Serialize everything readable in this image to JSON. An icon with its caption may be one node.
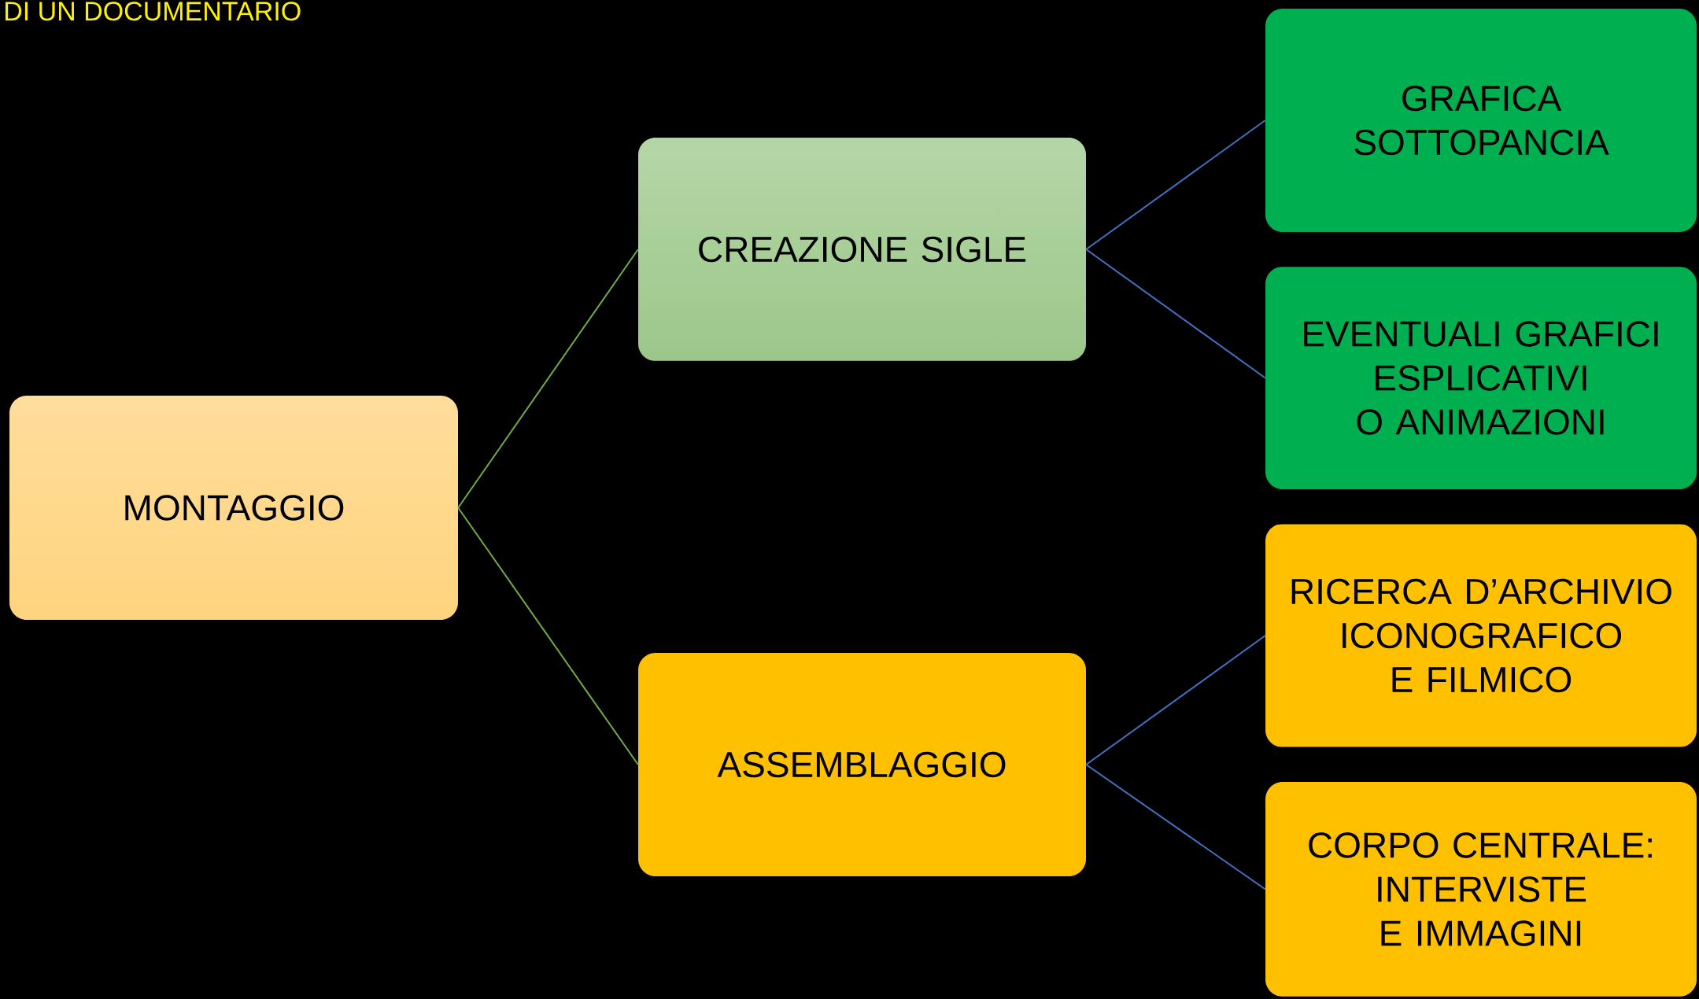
{
  "diagram": {
    "title": "DI UN DOCUMENTARIO",
    "nodes": [
      {
        "text": [
          "MONTAGGIO"
        ]
      },
      {
        "text": [
          "CREAZIONE SIGLE"
        ]
      },
      {
        "text": [
          "ASSEMBLAGGIO"
        ]
      },
      {
        "text": [
          "GRAFICA SOTTOPANCIA"
        ]
      },
      {
        "text": [
          "EVENTUALI GRAFICI ESPLICATIVI O ANIMAZIONI"
        ]
      },
      {
        "text": [
          "RICERCA D’ARCHIVIO ICONOGRAFICO E FILMICO"
        ]
      },
      {
        "text": [
          "CORPO CENTRALE: INTERVISTE E IMMAGINI"
        ]
      }
    ],
    "edges": [
      {
        "from": 0,
        "to": 1,
        "arrow": "none",
        "color": "#70ad47"
      },
      {
        "from": 0,
        "to": 2,
        "arrow": "none",
        "color": "#70ad47"
      },
      {
        "from": 1,
        "to": 3,
        "arrow": "none"
      },
      {
        "from": 1,
        "to": 4,
        "arrow": "none"
      },
      {
        "from": 2,
        "to": 5,
        "arrow": "none"
      },
      {
        "from": 2,
        "to": 6,
        "arrow": "none"
      }
    ]
  }
}
